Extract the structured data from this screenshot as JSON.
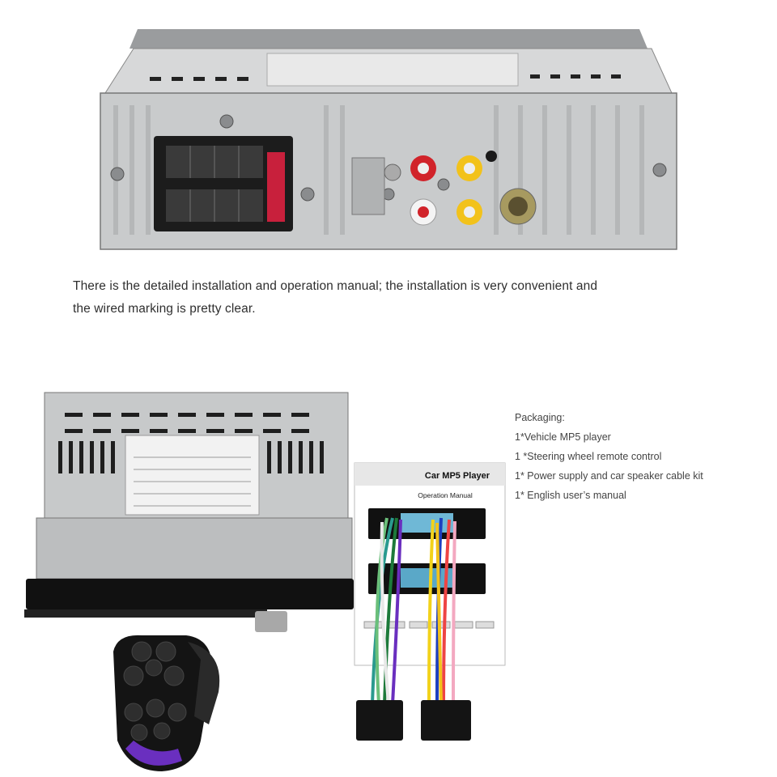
{
  "caption": {
    "line1": "There is the detailed installation and operation manual; the installation is very convenient and",
    "line2": "the wired marking is pretty clear."
  },
  "packaging": {
    "heading": "Packaging:",
    "items": [
      "1*Vehicle MP5 player",
      "1 *Steering wheel remote control",
      "1* Power supply and car speaker cable kit",
      "1* English user’s manual"
    ]
  },
  "manual": {
    "title": "Car MP5 Player",
    "subtitle": "Operation Manual"
  },
  "colors": {
    "chassis": "#c9cbcc",
    "rca_red": "#d1232a",
    "rca_yellow": "#f2c21b",
    "connector_red": "#c8203c",
    "remote_purple": "#6a2fbf"
  }
}
